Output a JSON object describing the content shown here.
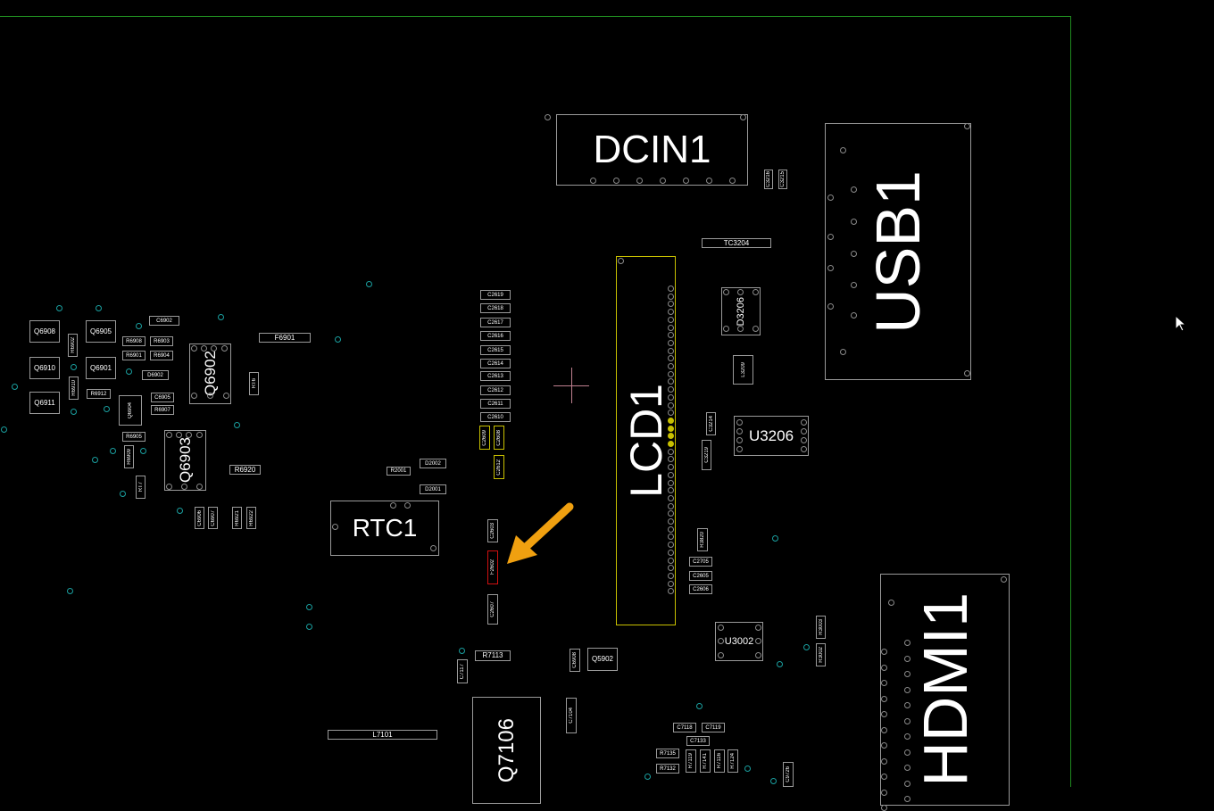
{
  "board": {
    "outline_color": "#1f8a1f",
    "highlight_color": "#c8c000",
    "selected_color": "#d01010",
    "pointer_arrow_color": "#f0a010",
    "via_color": "#1aa0a0"
  },
  "components": {
    "DCIN1": "DCIN1",
    "USB1": "USB1",
    "LCD1": "LCD1",
    "HDMI1": "HDMI1",
    "RTC1": "RTC1",
    "TC3204": "TC3204",
    "C3216": "C3216",
    "C3215": "C3215",
    "D3206": "D3206",
    "L3209": "L3209",
    "C3214": "C3214",
    "C3219": "C3219",
    "U3206": "U3206",
    "R3820": "R3820",
    "C2705": "C2705",
    "C2605": "C2605",
    "C2606": "C2606",
    "U3002": "U3002",
    "R3003": "R3003",
    "R3002": "R3002",
    "C2619": "C2619",
    "C2618": "C2618",
    "C2617": "C2617",
    "C2616": "C2616",
    "C2615": "C2615",
    "C2614": "C2614",
    "C2613": "C2613",
    "C2612": "C2612",
    "C2611": "C2611",
    "C2610": "C2610",
    "C2609": "C2609",
    "C2608": "C2608",
    "C2612b": "C2612",
    "R2001": "R2001",
    "D2002": "D2002",
    "D2001": "D2001",
    "C2603": "C2603",
    "F2602": "F2602",
    "C2607": "C2607",
    "R7113": "R7113",
    "C7117": "C7117",
    "C6908b": "C6908",
    "Q5902": "Q5902",
    "Q7106": "Q7106",
    "C7104": "C7104",
    "L7101": "L7101",
    "C7118": "C7118",
    "C7119": "C7119",
    "C7133": "C7133",
    "R7135": "R7135",
    "R7132": "R7132",
    "R7119": "R7119",
    "R7141": "R7141",
    "R7116": "R7116",
    "R7124": "R7124",
    "C9726": "C9726",
    "Q6908": "Q6908",
    "Q6910": "Q6910",
    "Q6911": "Q6911",
    "R6902": "R6902",
    "R6910": "R6910",
    "Q6905": "Q6905",
    "Q6901": "Q6901",
    "C6902": "C6902",
    "R6908": "R6908",
    "R6903": "R6903",
    "R6901": "R6901",
    "R6904": "R6904",
    "D6902": "D6902",
    "R6912": "R6912",
    "Q6904": "Q6904",
    "C6905": "C6905",
    "R6907": "R6907",
    "Q6902": "Q6902",
    "RT6": "RT6",
    "F6901": "F6901",
    "R6905": "R6905",
    "R6909": "R6909",
    "RT7": "RT7",
    "Q6903": "Q6903",
    "R6920": "R6920",
    "C6906": "C6906",
    "C6907": "C6907",
    "R6921": "R6921",
    "R6922": "R6922"
  }
}
